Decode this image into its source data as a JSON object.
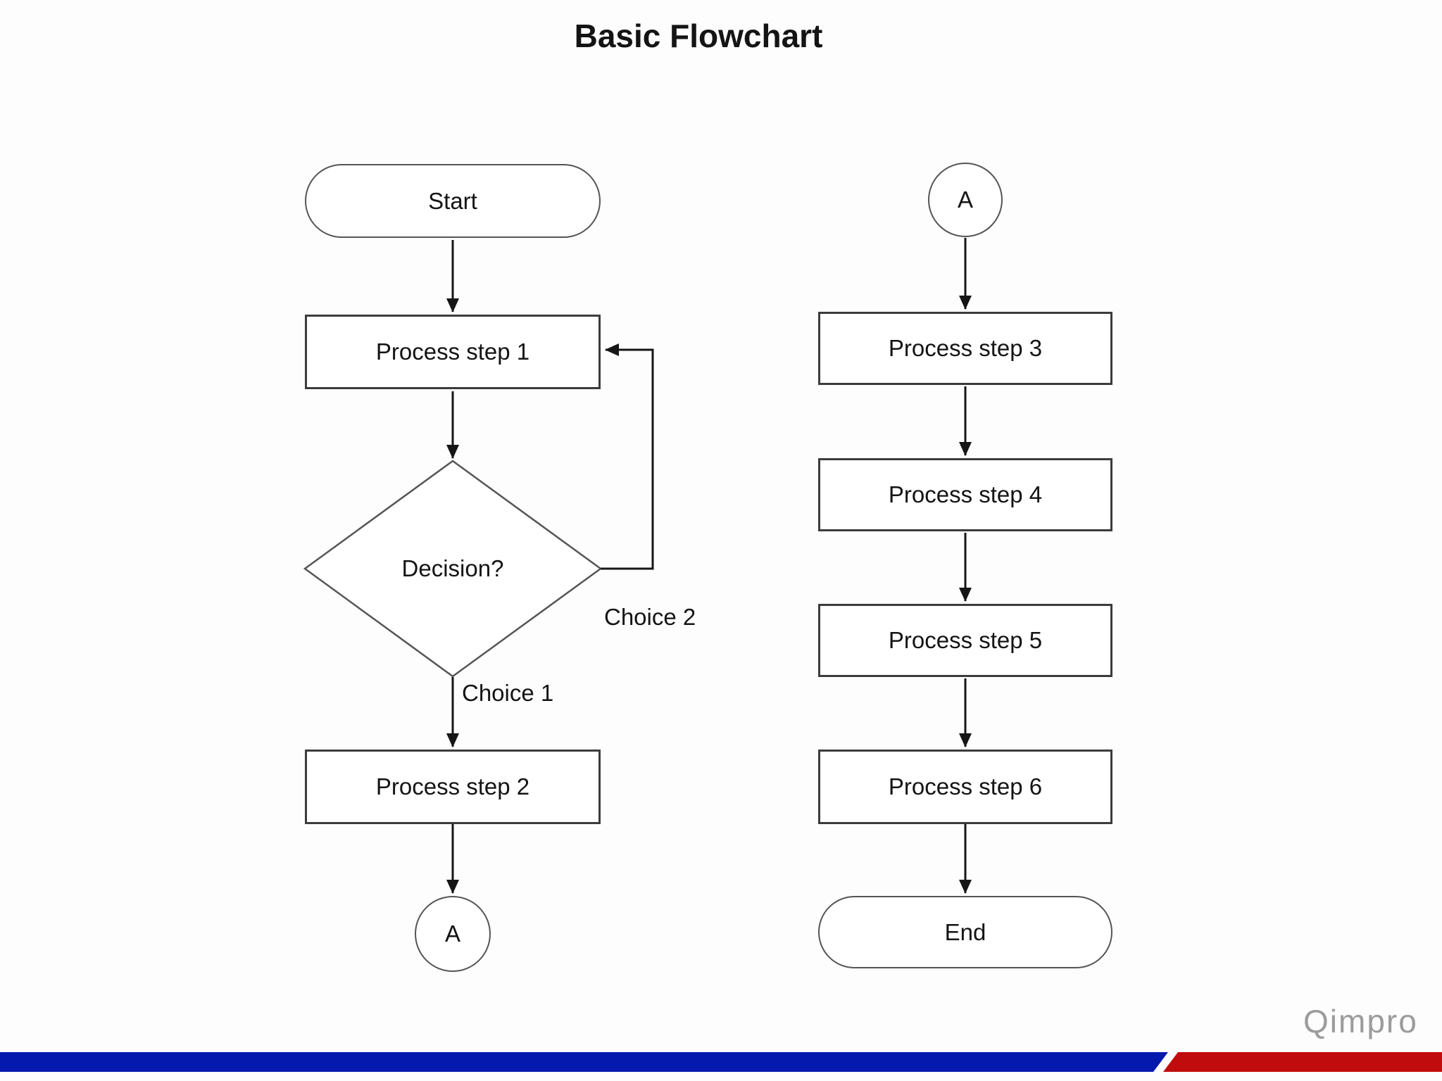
{
  "title": "Basic Flowchart",
  "nodes": {
    "start": "Start",
    "process_step_1": "Process step 1",
    "decision": "Decision?",
    "process_step_2": "Process step 2",
    "connector_a_left": "A",
    "connector_a_right": "A",
    "process_step_3": "Process step 3",
    "process_step_4": "Process step 4",
    "process_step_5": "Process step 5",
    "process_step_6": "Process step 6",
    "end": "End"
  },
  "edge_labels": {
    "choice1": "Choice 1",
    "choice2": "Choice 2"
  },
  "logo": "Qimpro",
  "colors": {
    "bar_blue": "#0619AE",
    "bar_red": "#C00C0C",
    "line": "#161616",
    "shape_border": "#3c3c3c",
    "curve_border": "#555555",
    "text": "#141414",
    "logo_gray": "#9c9c9c"
  }
}
